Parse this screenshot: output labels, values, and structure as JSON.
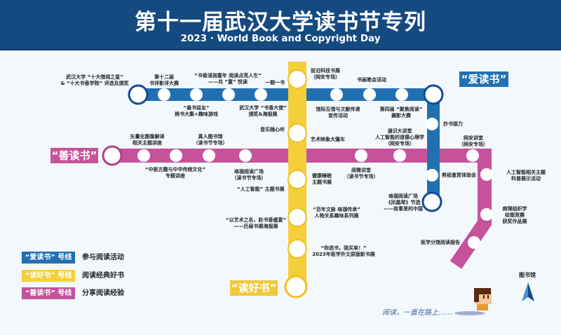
{
  "header": {
    "title": "第十一届武汉大学读书节专列",
    "subtitle": "2023 · World Book and Copyright Day"
  },
  "colors": {
    "header_bg": "#154a80",
    "blue_line": "#2170b1",
    "blue_border": "#0f4c96",
    "yellow_line": "#f4cf3a",
    "yellow_border": "#f0c021",
    "magenta_line": "#c6529b",
    "magenta_border": "#b04088",
    "background": "#f3f8fd"
  },
  "lines": {
    "blue": {
      "name": "“爱读书”",
      "legend_label": "“爱读书” 号线",
      "legend_desc": "参与阅读活动",
      "stations": [
        [
          "武汉大学 “十大借阅之星”",
          "& “十大书香学院” 评选及颁奖"
        ],
        [
          "第十二届",
          "书评影评大赛"
        ],
        [
          "“悬书益友”",
          "换书大集+趣味游戏"
        ],
        [
          "“书香浸润童年 阅读点亮人生”",
          "——共 “童” 悦读"
        ],
        [
          "武汉大学 “书香大使”",
          "颁奖&海报展"
        ],
        [
          "一期一书"
        ],
        [
          "馆际互借与文献传递",
          "宣传活动"
        ],
        [
          "书画笔会活动"
        ],
        [
          "第四届 “聚焦阅读”",
          "摄影大赛"
        ],
        [
          "抄书接力"
        ],
        [
          "剪纸鉴赏体验会"
        ],
        [
          "珞珈阅读广场",
          "《凤凰琴》节选",
          "——故事里的中国"
        ]
      ]
    },
    "yellow": {
      "name": "“读好书”",
      "legend_label": "“读好书” 号线",
      "legend_desc": "阅读经典好书",
      "stations": [
        [
          "前沿科技书展",
          "（网安专场）"
        ],
        [
          "音乐随心听"
        ],
        [
          "艺术映象大篷车"
        ],
        [
          "健康睡眠",
          "主题书展"
        ],
        [
          "“人工智能” 主题书展"
        ],
        [
          "“百年文脉 珞珈传承”",
          "人物关系趣味系列展"
        ],
        [
          "“以艺术之名，赴书香盛宴”",
          "——历届书展海报展"
        ],
        [
          "“你选书，我买单！”",
          "2023年医学外文原版新书展"
        ]
      ]
    },
    "magenta": {
      "name": "“善读书”",
      "legend_label": "“善读书” 号线",
      "legend_desc": "分享阅读经验",
      "stations": [
        [
          "矢量化图像解译",
          "相关主题讲座"
        ],
        [
          "“中医古籍与中华传统文化”",
          "专题讲座"
        ],
        [
          "真人图书馆",
          "（读书节专场）"
        ],
        [
          "珞珈阅读广场",
          "（读书节专场）"
        ],
        [
          "阅微讲堂",
          "（读书节专场）"
        ],
        [
          "通识大讲堂",
          "人工智能的道德心理学",
          "（网安专场）"
        ],
        [
          "网安讲堂",
          "（网安专场）"
        ],
        [
          "人工智能相关主题",
          "科普展示活动"
        ],
        [
          "病理组织学",
          "绘图竞赛",
          "获奖作品展"
        ],
        [
          "医学分馆阅读报告"
        ]
      ]
    }
  },
  "footer": {
    "slogan": "阅读，一直在路上……",
    "north_label": "图书馆",
    "north_icon": "north-arrow-icon",
    "mascot_icon": "pixel-reader-mascot-icon"
  }
}
